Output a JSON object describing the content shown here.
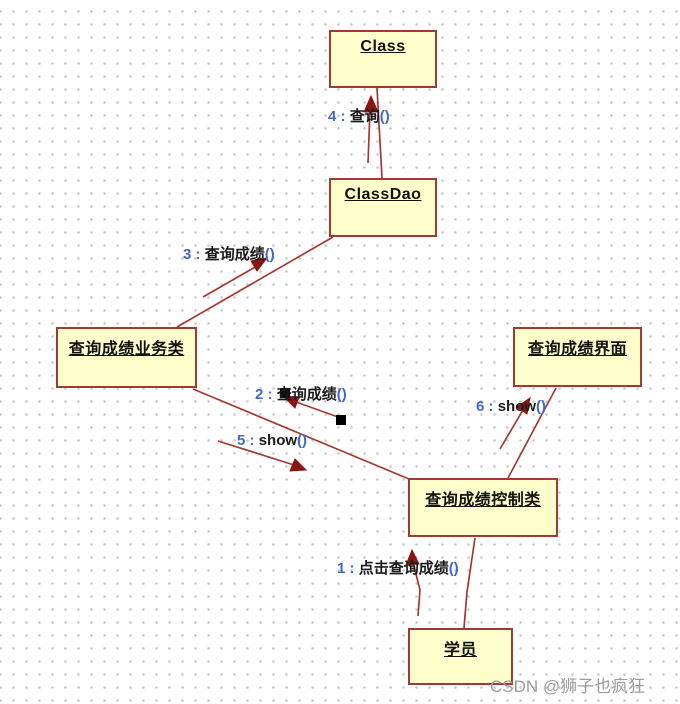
{
  "diagram": {
    "type": "uml-collaboration-diagram",
    "title": "查询成绩协作图"
  },
  "colors": {
    "node_fill": "#FFFFCC",
    "node_border": "#A33A32",
    "link_line": "#A33A32",
    "arrow_head": "#8B1512",
    "message_text": "#1A1A1A",
    "message_accent": "#4169C8",
    "selection_handle": "#000000",
    "watermark": "#9C9C9C",
    "background_dot": "#C9C9C9"
  },
  "nodes": [
    {
      "id": "class",
      "label": "Class"
    },
    {
      "id": "classdao",
      "label": "ClassDao"
    },
    {
      "id": "business",
      "label": "查询成绩业务类"
    },
    {
      "id": "ui",
      "label": "查询成绩界面"
    },
    {
      "id": "controller",
      "label": "查询成绩控制类"
    },
    {
      "id": "student",
      "label": "学员"
    }
  ],
  "links": [
    {
      "from": "classdao",
      "to": "class"
    },
    {
      "from": "business",
      "to": "classdao"
    },
    {
      "from": "business",
      "to": "controller"
    },
    {
      "from": "controller",
      "to": "ui"
    },
    {
      "from": "student",
      "to": "controller"
    }
  ],
  "messages": [
    {
      "seq": "1",
      "prefix": "1 : ",
      "name": "点击查询成绩",
      "suffix": "()",
      "from": "student",
      "to": "controller"
    },
    {
      "seq": "2",
      "prefix": "2 : ",
      "name": "查询成绩",
      "suffix": "()",
      "from": "controller",
      "to": "business",
      "selected": true
    },
    {
      "seq": "3",
      "prefix": "3 : ",
      "name": "查询成绩",
      "suffix": "()",
      "from": "business",
      "to": "classdao"
    },
    {
      "seq": "4",
      "prefix": "4 : ",
      "name": "查询",
      "suffix": "()",
      "from": "classdao",
      "to": "class"
    },
    {
      "seq": "5",
      "prefix": "5 : ",
      "name": "show",
      "suffix": "()",
      "from": "business",
      "to": "controller"
    },
    {
      "seq": "6",
      "prefix": "6 : ",
      "name": "show",
      "suffix": "()",
      "from": "controller",
      "to": "ui"
    }
  ],
  "watermark": {
    "text": "CSDN @狮子也疯狂"
  }
}
